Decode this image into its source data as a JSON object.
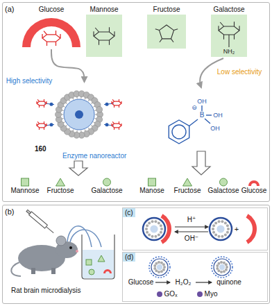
{
  "diagram": {
    "nodes": [
      {
        "text": [
          "(a)"
        ]
      },
      {
        "text": [
          "Glucose"
        ],
        "in": 0
      },
      {
        "text": [
          "Mannose"
        ],
        "in": 0
      },
      {
        "text": [
          "Fructose"
        ],
        "in": 0
      },
      {
        "text": [
          "Galactose"
        ],
        "in": 0
      },
      {
        "text": [
          "160",
          "Enzyme nanoreactor"
        ],
        "in": 0
      },
      {
        "text": [
          "Mannose"
        ],
        "in": 0
      },
      {
        "text": [
          "Fructose"
        ],
        "in": 0
      },
      {
        "text": [
          "Galactose"
        ],
        "in": 0
      },
      {
        "text": [
          "Manose"
        ],
        "in": 0
      },
      {
        "text": [
          "Fructose"
        ],
        "in": 0
      },
      {
        "text": [
          "Galactose"
        ],
        "in": 0
      },
      {
        "text": [
          "Glucose"
        ],
        "in": 0
      },
      {
        "text": [
          "(b)",
          "Rat brain microdialysis"
        ]
      },
      {
        "text": [
          "(c)"
        ],
        "in": 13
      },
      {
        "text": [
          "(d)"
        ],
        "in": 13
      }
    ],
    "edges": [
      {
        "from": 1,
        "to": 5,
        "arrow": "to",
        "label": "High selectivity"
      }
    ],
    "labels": [
      "Low selectivity",
      "B",
      "OH",
      "OH",
      "OH",
      "⊖",
      "NH₂",
      "H⁺",
      "OH⁻",
      "+",
      "Glucose",
      "H₂O₂",
      "quinone",
      "GOₓ",
      "Myo"
    ]
  }
}
